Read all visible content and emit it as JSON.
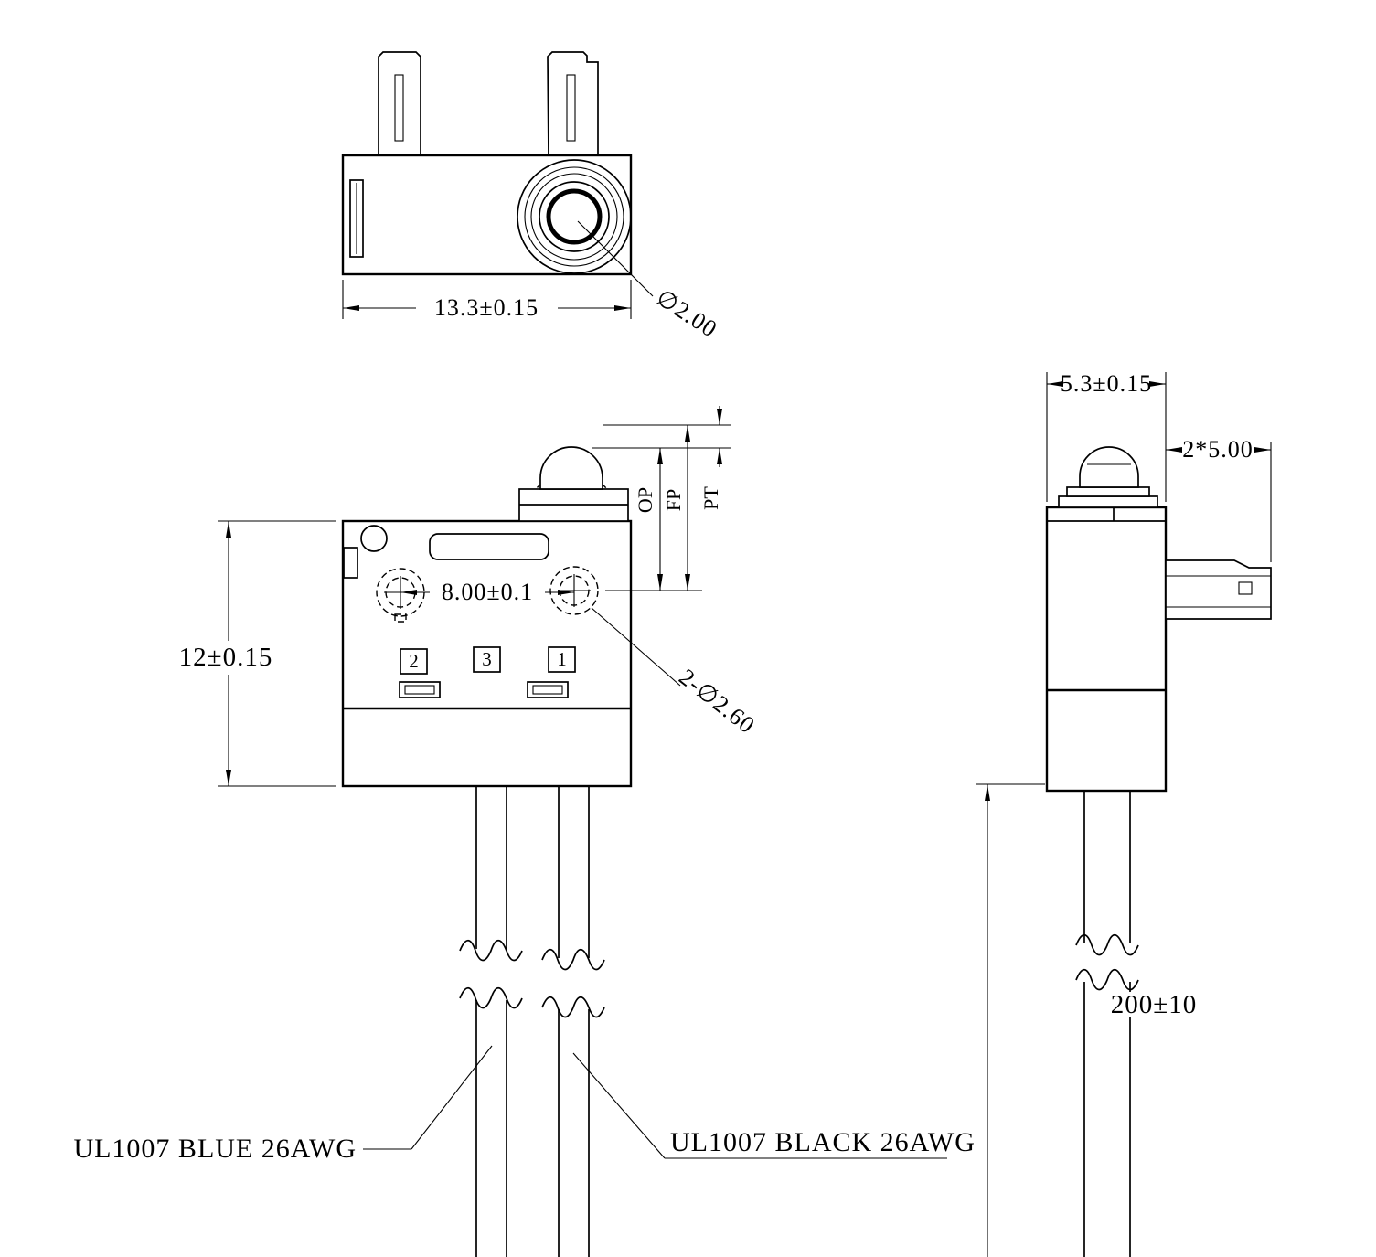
{
  "views": {
    "top": {
      "width_dim": "13.3±0.15",
      "plunger_dia": "∅2.00"
    },
    "front": {
      "height_dim": "12±0.15",
      "hole_spacing_dim": "8.00±0.1",
      "holes_dia": "2-∅2.60",
      "op_label": "OP",
      "fp_label": "FP",
      "pt_label": "PT",
      "terminals": [
        "2",
        "3",
        "1"
      ],
      "wire_blue_label": "UL1007 BLUE 26AWG",
      "wire_black_label": "UL1007 BLACK 26AWG"
    },
    "side": {
      "depth_dim": "5.3±0.15",
      "lever_dim": "2*5.00",
      "wire_length_dim": "200±10"
    }
  }
}
